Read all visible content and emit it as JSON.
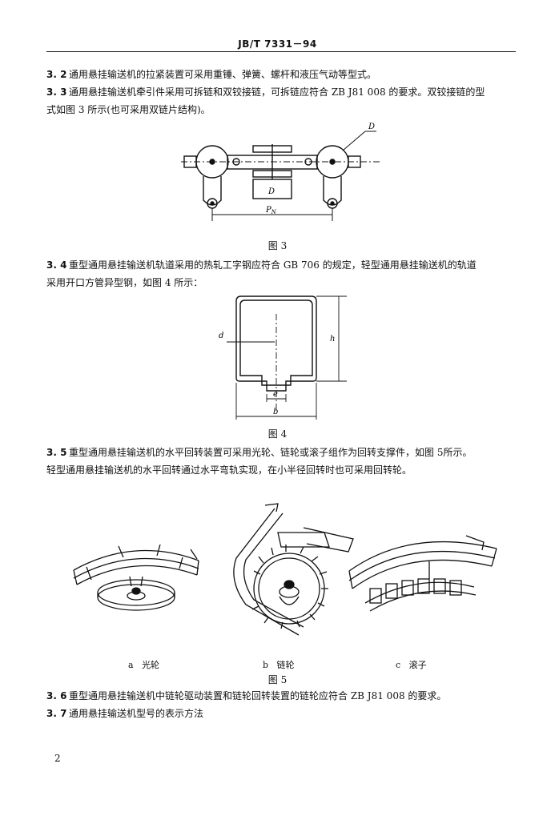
{
  "header": {
    "doc_code": "JB/T 7331－94"
  },
  "paragraphs": [
    {
      "num": "3. 2",
      "lines": [
        "通用悬挂输送机的拉紧装置可采用重锤、弹簧、螺杆和液压气动等型式。"
      ]
    },
    {
      "num": "3. 3",
      "lines": [
        "通用悬挂输送机牵引件采用可拆链和双铰接链，可拆链应符合 ZB J81 008 的要求。双铰接链的型",
        "式如图 3 所示(也可采用双链片结构)。"
      ]
    },
    {
      "num": "3. 4",
      "lines": [
        "重型通用悬挂输送机轨道采用的热轧工字钢应符合 GB 706 的规定，轻型通用悬挂输送机的轨道",
        "采用开口方管异型钢，如图 4 所示："
      ]
    },
    {
      "num": "3. 5",
      "lines": [
        "重型通用悬挂输送机的水平回转装置可采用光轮、链轮或滚子组作为回转支撑件，如图 5所示。",
        "轻型通用悬挂输送机的水平回转通过水平弯轨实现，在小半径回转时也可采用回转轮。"
      ]
    },
    {
      "num": "3. 6",
      "lines": [
        "重型通用悬挂输送机中链轮驱动装置和链轮回转装置的链轮应符合 ZB J81 008 的要求。"
      ]
    },
    {
      "num": "3. 7",
      "lines": [
        "通用悬挂输送机型号的表示方法"
      ]
    }
  ],
  "figures": {
    "fig3": {
      "caption": "图  3",
      "label_d_top": "D",
      "label_d_mid": "D",
      "label_pn": "P",
      "label_pn_sub": "N"
    },
    "fig4": {
      "caption": "图  4",
      "label_d": "d",
      "label_h": "h",
      "label_e": "e",
      "label_b": "b"
    },
    "fig5": {
      "caption": "图  5",
      "sub": [
        {
          "letter": "a",
          "name": "光轮"
        },
        {
          "letter": "b",
          "name": "链轮"
        },
        {
          "letter": "c",
          "name": "滚子"
        }
      ]
    }
  },
  "footer": {
    "page_number": "2"
  }
}
